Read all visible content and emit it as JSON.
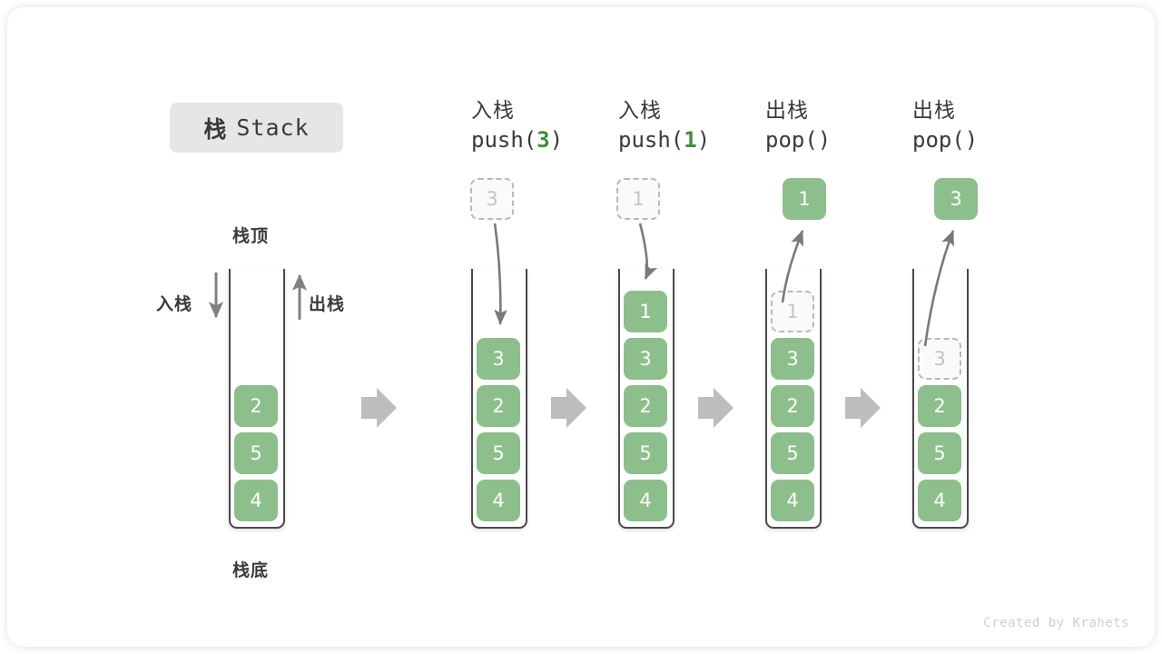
{
  "diagram": {
    "title_cn": "栈",
    "title_en": "Stack",
    "top_label": "栈顶",
    "bottom_label": "栈底",
    "push_label": "入栈",
    "pop_label": "出栈",
    "credit": "Created by Krahets",
    "accent_green": "#8cbf8c",
    "accent_green_text": "#3f8f3f",
    "ghost_border": "#b9b9b9",
    "tube_stroke": "#4a4a4a",
    "block_arrow_fill": "#bdbdbd"
  },
  "steps": [
    {
      "id": "initial",
      "header_line1": "",
      "header_line2": "",
      "op": "none",
      "floating": null,
      "cells": [
        {
          "value": "2",
          "state": "solid"
        },
        {
          "value": "5",
          "state": "solid"
        },
        {
          "value": "4",
          "state": "solid"
        }
      ]
    },
    {
      "id": "push-3",
      "header_line1": "入栈",
      "header_prefix": "push(",
      "header_arg": "3",
      "header_suffix": ")",
      "op": "push",
      "floating": {
        "value": "3",
        "state": "ghost"
      },
      "cells": [
        {
          "value": "3",
          "state": "solid"
        },
        {
          "value": "2",
          "state": "solid"
        },
        {
          "value": "5",
          "state": "solid"
        },
        {
          "value": "4",
          "state": "solid"
        }
      ]
    },
    {
      "id": "push-1",
      "header_line1": "入栈",
      "header_prefix": "push(",
      "header_arg": "1",
      "header_suffix": ")",
      "op": "push",
      "floating": {
        "value": "1",
        "state": "ghost"
      },
      "cells": [
        {
          "value": "1",
          "state": "solid"
        },
        {
          "value": "3",
          "state": "solid"
        },
        {
          "value": "2",
          "state": "solid"
        },
        {
          "value": "5",
          "state": "solid"
        },
        {
          "value": "4",
          "state": "solid"
        }
      ]
    },
    {
      "id": "pop-1",
      "header_line1": "出栈",
      "header_prefix": "pop(",
      "header_arg": "",
      "header_suffix": ")",
      "op": "pop",
      "floating": {
        "value": "1",
        "state": "solid"
      },
      "cells": [
        {
          "value": "1",
          "state": "ghost"
        },
        {
          "value": "3",
          "state": "solid"
        },
        {
          "value": "2",
          "state": "solid"
        },
        {
          "value": "5",
          "state": "solid"
        },
        {
          "value": "4",
          "state": "solid"
        }
      ]
    },
    {
      "id": "pop-3",
      "header_line1": "出栈",
      "header_prefix": "pop(",
      "header_arg": "",
      "header_suffix": ")",
      "op": "pop",
      "floating": {
        "value": "3",
        "state": "solid"
      },
      "cells": [
        {
          "value": "3",
          "state": "ghost"
        },
        {
          "value": "2",
          "state": "solid"
        },
        {
          "value": "5",
          "state": "solid"
        },
        {
          "value": "4",
          "state": "solid"
        }
      ]
    }
  ]
}
